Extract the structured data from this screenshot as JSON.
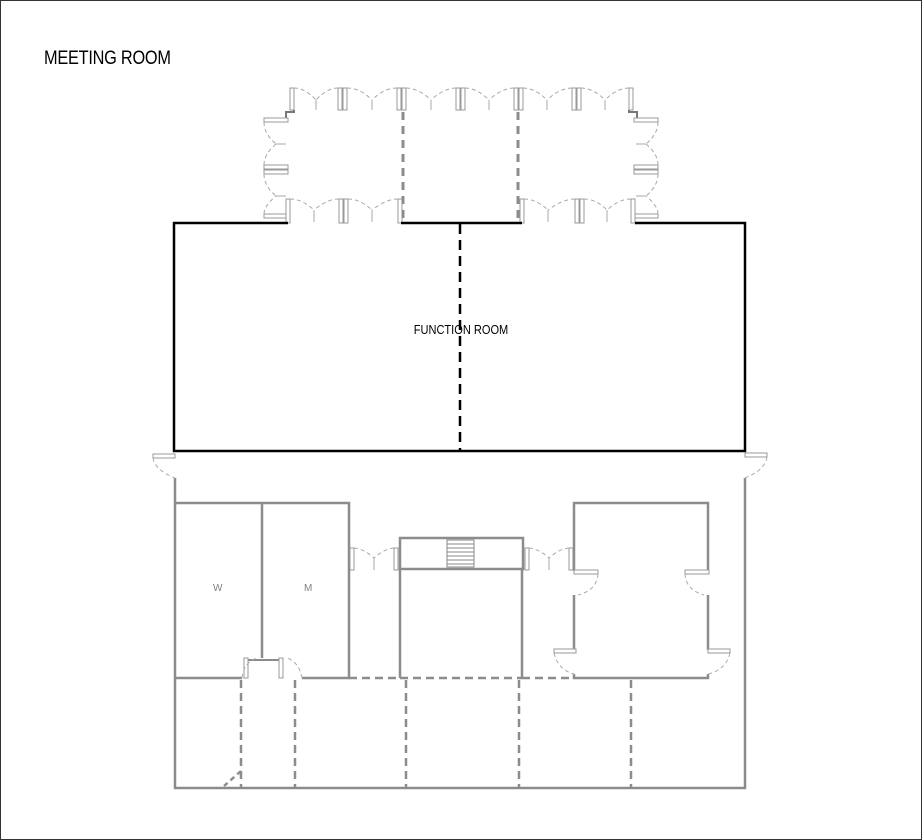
{
  "title": "MEETING ROOM",
  "rooms": {
    "function_room": {
      "label": "FUNCTION ROOM",
      "divider": "movable-partition"
    },
    "restroom_women": {
      "label": "W"
    },
    "restroom_men": {
      "label": "M"
    }
  },
  "colors": {
    "primary_wall": "#000000",
    "secondary_wall": "#8c8c8c",
    "door_swing": "#a0a0a0",
    "background": "#ffffff",
    "border": "#333333"
  },
  "legend": {
    "solid_black": "function-room-walls",
    "dashed_black": "function-room-partition",
    "gray_solid": "service-area-walls",
    "gray_dashed": "service-area-zones"
  }
}
